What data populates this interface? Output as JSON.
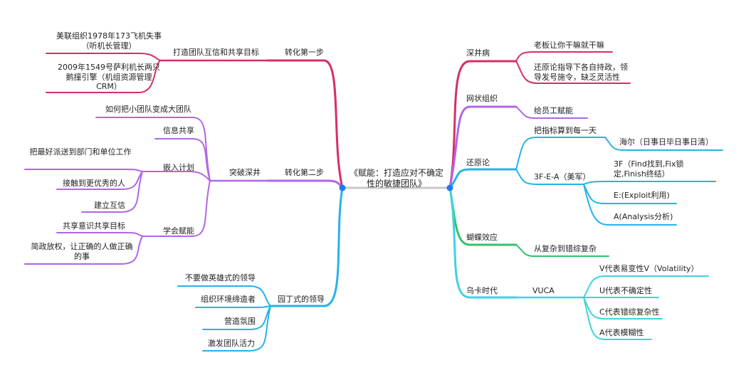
{
  "title": "《赋能：打造应对不确定性的敏捷团队》",
  "colors": {
    "red": "#d62f63",
    "purple": "#b066e6",
    "blue": "#26b2e8",
    "green": "#34c26a",
    "cyan": "#3ed3de",
    "root_line": "#c8c8c8",
    "dot": "#1f7af0"
  },
  "left": {
    "step1": {
      "label": "转化第一步",
      "child": {
        "label": "打造团队互信和共享目标",
        "items": [
          "美联组织1978年173飞机失事（听机长管理）",
          "2009年1549号萨利机长两只鹅撞引擎（机组资源管理CRM）"
        ]
      }
    },
    "step2": {
      "label": "转化第二步",
      "child": {
        "label": "突破深井",
        "items": [
          {
            "label": "如何把小团队变成大团队",
            "children": []
          },
          {
            "label": "信息共享",
            "children": []
          },
          {
            "label": "嵌入计划",
            "children": [
              "把最好派送到部门和单位工作",
              "接触到更优秀的人",
              "建立互信"
            ]
          },
          {
            "label": "学会赋能",
            "children": [
              "共享意识共享目标",
              "简政放权，让正确的人做正确的事"
            ]
          }
        ]
      }
    },
    "gardener": {
      "label": "园丁式的领导",
      "items": [
        "不要做英雄式的领导",
        "组织环境缔造者",
        "营造氛围",
        "激发团队活力"
      ]
    }
  },
  "right": {
    "deep_well": {
      "label": "深井病",
      "items": [
        "老板让你干嘛就干嘛",
        "还原论指导下各自持政，领导发号施令，缺乏灵活性"
      ]
    },
    "network": {
      "label": "网状组织",
      "items": [
        "给员工赋能"
      ]
    },
    "reduction": {
      "label": "还原论",
      "items": [
        {
          "label": "把指标算到每一天",
          "children": [
            "海尔（日事日毕日事日清）"
          ]
        },
        {
          "label": "3F-E-A（美军）",
          "children": [
            "3F（Find找到,Fix锁定,Finish终结）",
            "E:(Exploit利用)",
            "A(Analysis分析)"
          ]
        }
      ]
    },
    "butterfly": {
      "label": "蝴蝶效应",
      "items": [
        "从复杂到错综复杂"
      ]
    },
    "vuca_era": {
      "label": "乌卡时代",
      "child": {
        "label": "VUCA",
        "items": [
          "V代表易变性V（Volatility）",
          "U代表不确定性",
          "C代表错综复杂性",
          "A代表模糊性"
        ]
      }
    }
  }
}
